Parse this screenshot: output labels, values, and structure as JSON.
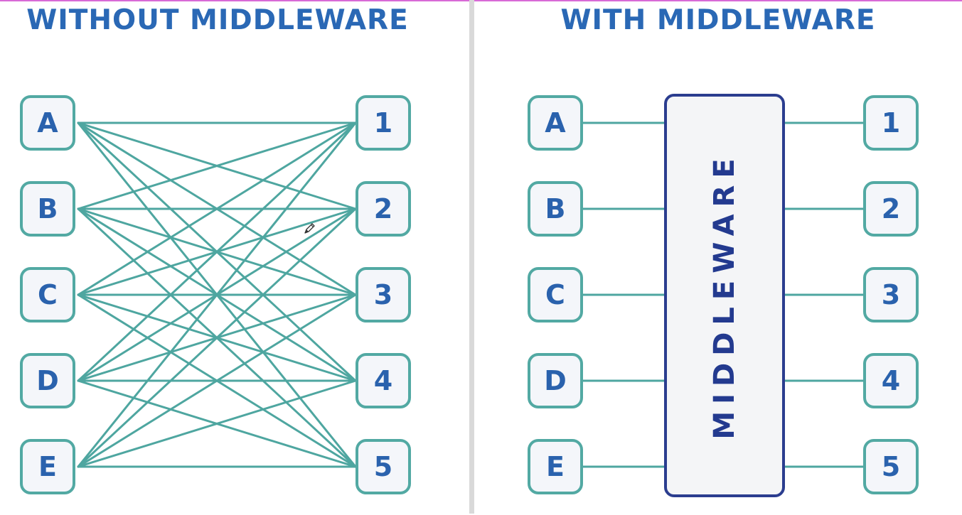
{
  "left_panel": {
    "title": "WITHOUT MIDDLEWARE",
    "sources": [
      "A",
      "B",
      "C",
      "D",
      "E"
    ],
    "targets": [
      "1",
      "2",
      "3",
      "4",
      "5"
    ],
    "connections": "all-to-all"
  },
  "right_panel": {
    "title": "WITH MIDDLEWARE",
    "sources": [
      "A",
      "B",
      "C",
      "D",
      "E"
    ],
    "targets": [
      "1",
      "2",
      "3",
      "4",
      "5"
    ],
    "middleware_label": "MIDDLEWARE"
  },
  "colors": {
    "title": "#2a68b5",
    "node_border": "#52a9a3",
    "node_text": "#2a62ad",
    "link": "#4ea6a0",
    "middleware_border": "#2b3d8f",
    "middleware_text": "#233a8f"
  },
  "icons": [
    "pencil-cursor-icon"
  ]
}
